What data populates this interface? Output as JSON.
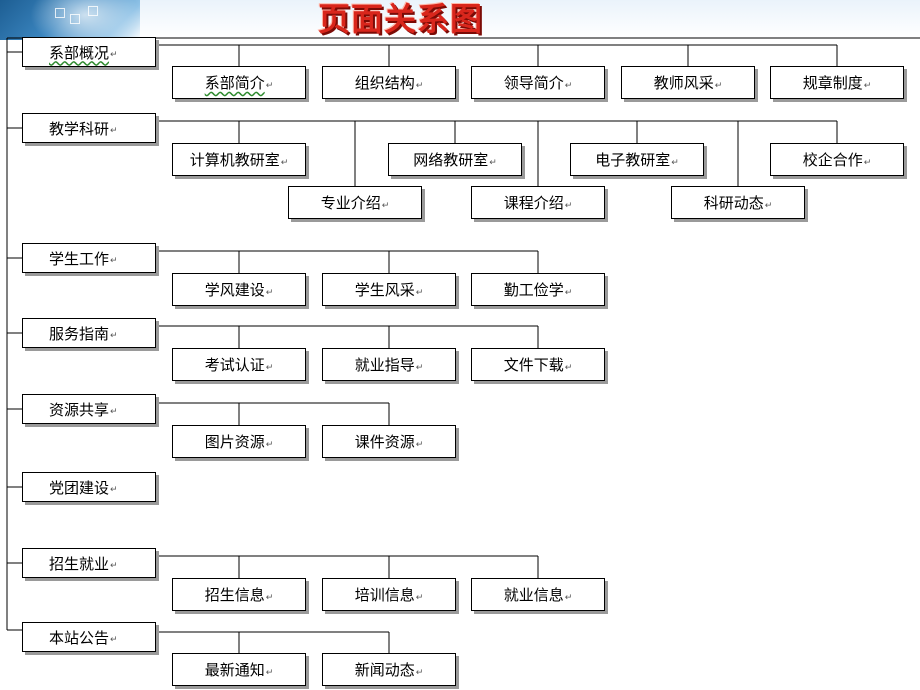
{
  "header": {
    "title": "页面关系图",
    "accent_color": "#d9261c"
  },
  "tree": [
    {
      "label": "系部概况",
      "children": [
        "系部简介",
        "组织结构",
        "领导简介",
        "教师风采",
        "规章制度"
      ]
    },
    {
      "label": "教学科研",
      "children": [
        "计算机教研室",
        "网络教研室",
        "电子教研室",
        "校企合作",
        "专业介绍",
        "课程介绍",
        "科研动态"
      ]
    },
    {
      "label": "学生工作",
      "children": [
        "学风建设",
        "学生风采",
        "勤工俭学"
      ]
    },
    {
      "label": "服务指南",
      "children": [
        "考试认证",
        "就业指导",
        "文件下载"
      ]
    },
    {
      "label": "资源共享",
      "children": [
        "图片资源",
        "课件资源"
      ]
    },
    {
      "label": "党团建设",
      "children": []
    },
    {
      "label": "招生就业",
      "children": [
        "招生信息",
        "培训信息",
        "就业信息"
      ]
    },
    {
      "label": "本站公告",
      "children": [
        "最新通知",
        "新闻动态"
      ]
    }
  ],
  "paragraph_mark": "↵"
}
